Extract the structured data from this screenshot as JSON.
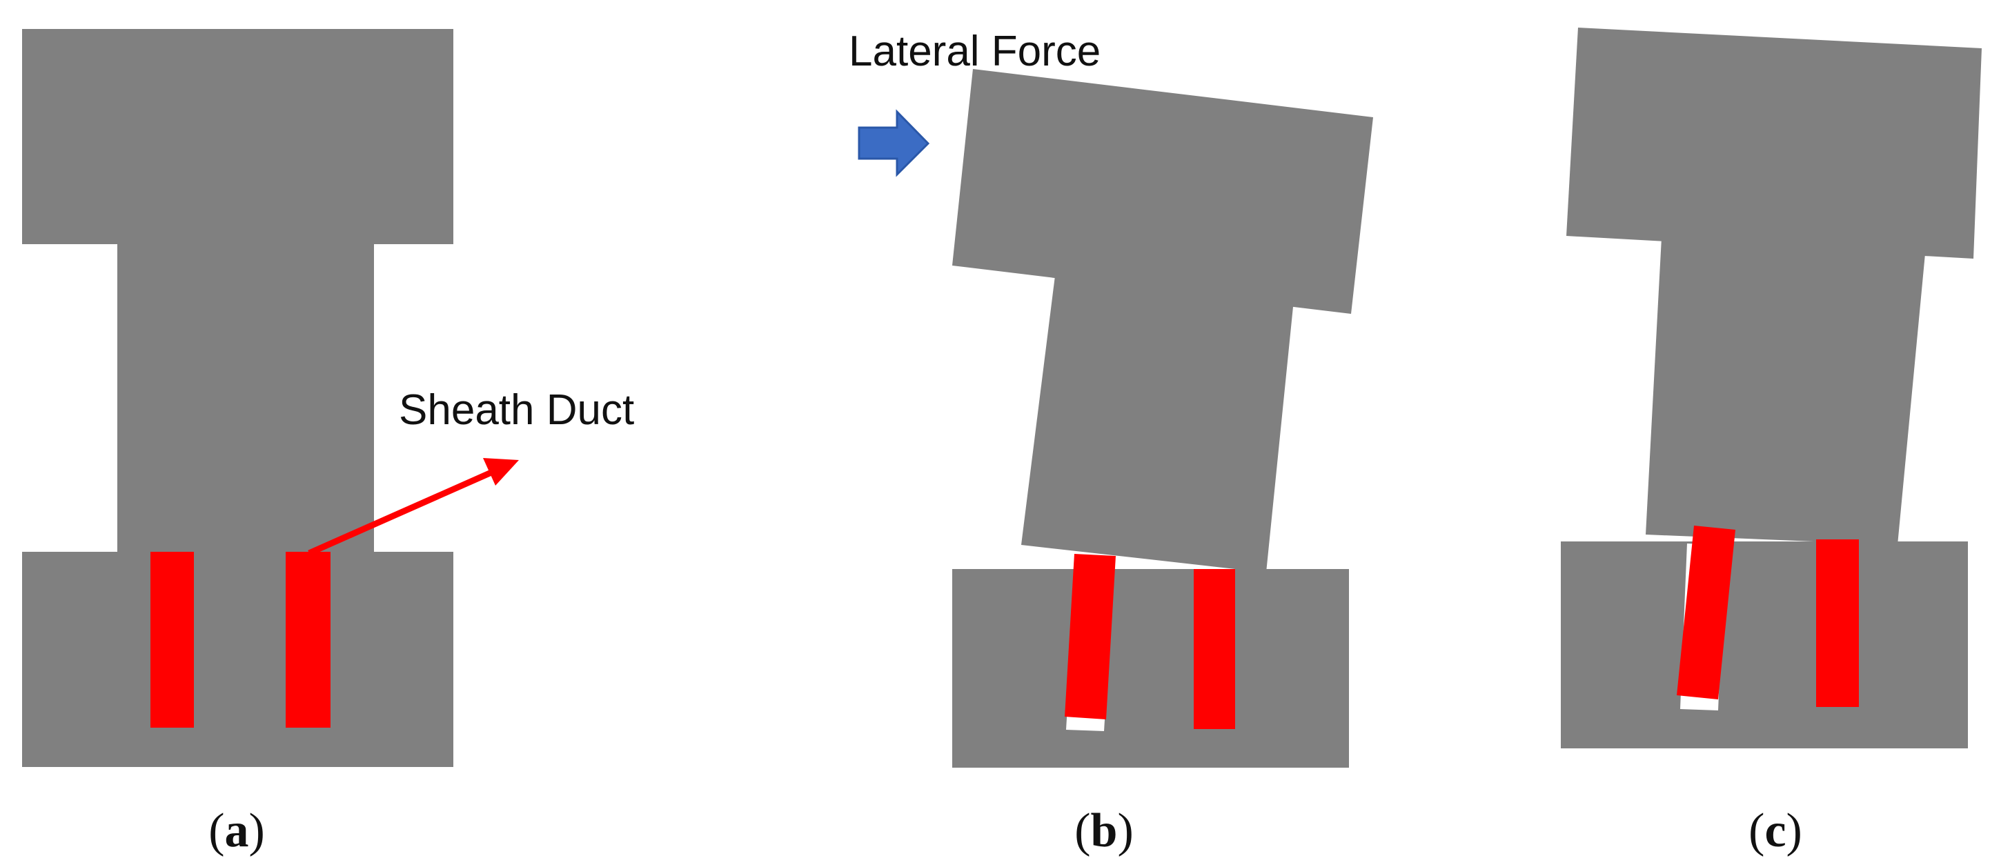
{
  "labels": {
    "sheath_duct": "Sheath Duct",
    "lateral_force": "Lateral Force"
  },
  "panels": [
    {
      "id": "a",
      "caption_open": "(",
      "caption_letter": "a",
      "caption_close": ")"
    },
    {
      "id": "b",
      "caption_open": "(",
      "caption_letter": "b",
      "caption_close": ")"
    },
    {
      "id": "c",
      "caption_open": "(",
      "caption_letter": "c",
      "caption_close": ")"
    }
  ],
  "colors": {
    "concrete": "#808080",
    "duct": "#ff0000",
    "arrow_red": "#ff0000",
    "arrow_blue": "#3b6cc4",
    "text": "#111111",
    "background": "#ffffff"
  }
}
